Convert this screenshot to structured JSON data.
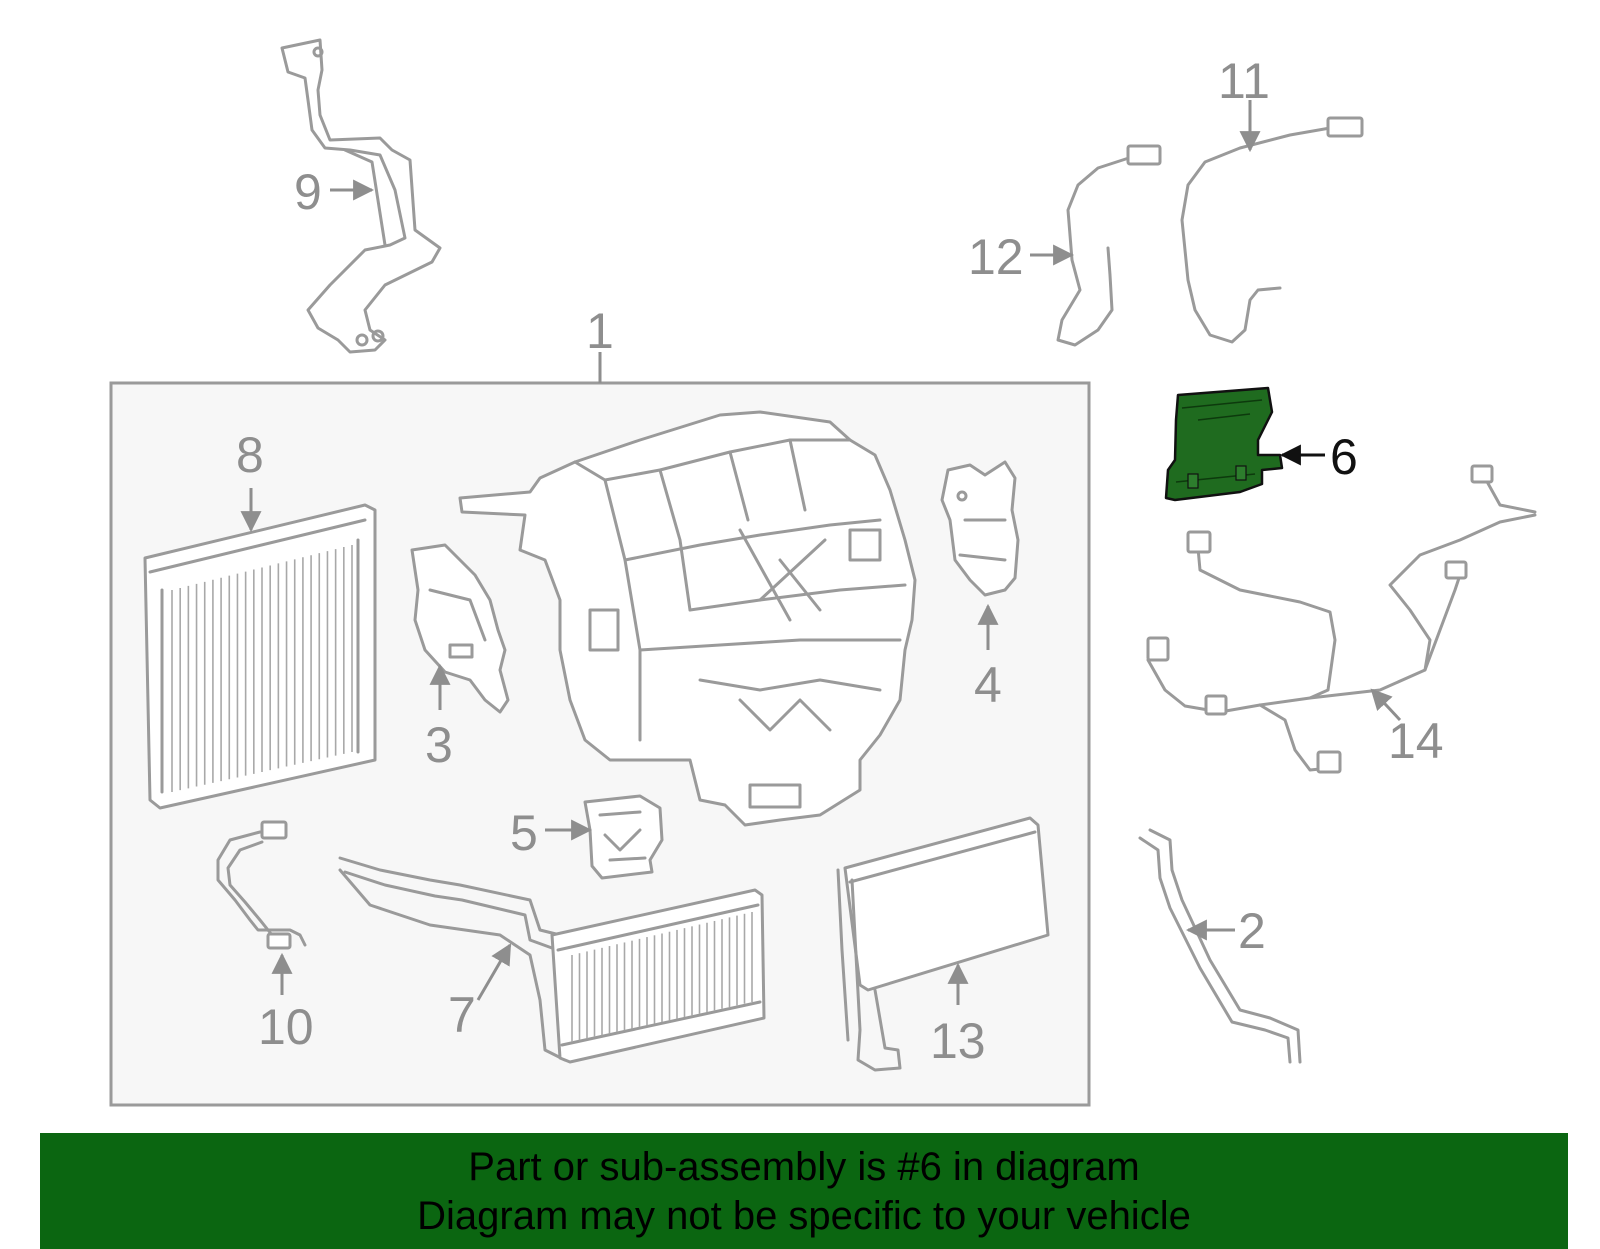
{
  "callouts": {
    "c1": "1",
    "c2": "2",
    "c3": "3",
    "c4": "4",
    "c5": "5",
    "c6": "6",
    "c7": "7",
    "c8": "8",
    "c9": "9",
    "c10": "10",
    "c11": "11",
    "c12": "12",
    "c13": "13",
    "c14": "14"
  },
  "highlight": {
    "part": "6",
    "color": "#1f6b1f"
  },
  "colors": {
    "banner": "#0b6611",
    "line_art": "#9a9a9a",
    "assembly_box": "#f7f7f7"
  },
  "banner": {
    "line1": "Part or sub-assembly is #6 in diagram",
    "line2": "Diagram may not be specific to your vehicle"
  }
}
